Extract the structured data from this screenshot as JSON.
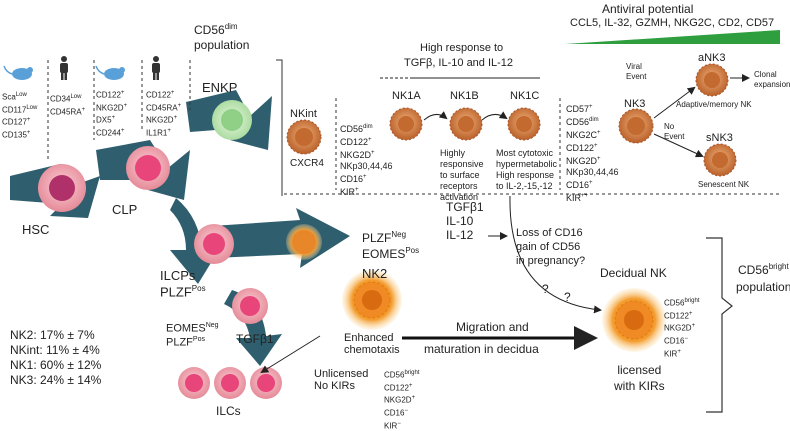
{
  "antiviral": {
    "title": "Antiviral potential",
    "markers": "CCL5, IL-32, GZMH, NKG2C, CD2, CD57",
    "color": "#2e9e3e"
  },
  "cd56dim_population": {
    "line1": "CD56",
    "sup": "dim",
    "line2": "population"
  },
  "high_response": {
    "line1": "High response to",
    "line2": "TGFβ, IL-10 and  IL-12"
  },
  "mouse_col1": [
    "Sca",
    "CD117",
    "CD127",
    "CD135"
  ],
  "mouse_col1_sup": [
    "Low",
    "Low",
    "+",
    "+"
  ],
  "human_col1": [
    "CD34",
    "CD45RA"
  ],
  "human_col1_sup": [
    "Low",
    "+"
  ],
  "mouse_col2": [
    "CD122",
    "NKG2D",
    "DX5",
    "CD244"
  ],
  "mouse_col2_sup": [
    "+",
    "+",
    "+",
    "+"
  ],
  "human_col2": [
    "CD122",
    "CD45RA",
    "NKG2D",
    "IL1R1"
  ],
  "human_col2_sup": [
    "+",
    "+",
    "+",
    "+"
  ],
  "labels": {
    "hsc": "HSC",
    "clp": "CLP",
    "enkp": "ENKP",
    "ilcps": "ILCPs",
    "plzf": "PLZF",
    "plzf_sup": "Pos",
    "nkint": "NKint",
    "cxcr4": "CXCR4",
    "nk1a": "NK1A",
    "nk1b": "NK1B",
    "nk1c": "NK1C",
    "nk3": "NK3",
    "ank3": "aNK3",
    "snk3": "sNK3",
    "viral_event": "Viral\nEvent",
    "no_event": "No\nEvent",
    "clonal": "Clonal\nexpansion",
    "adaptive": "Adaptive/memory NK",
    "senescent": "Senescent NK",
    "nk2": "NK2",
    "ilcs": "ILCs",
    "decidual": "Decidual NK",
    "tgfb": "TGFβ1"
  },
  "nkint_markers": [
    "CD56",
    "CD122",
    "NKG2D",
    "NKp30,44,46",
    "CD16",
    "KIR"
  ],
  "nkint_markers_sup": [
    "dim",
    "+",
    "+",
    "",
    "+",
    "+"
  ],
  "nk1b_desc": [
    "Highly",
    "responsive",
    "to surface",
    "receptors",
    "activation"
  ],
  "nk1c_desc": [
    "Most cytotoxic",
    "hypermetabolic",
    "High response",
    "to IL-2,-15,-12"
  ],
  "nk3_markers": [
    "CD57",
    "CD56",
    "NKG2C",
    "CD122",
    "NKG2D",
    "NKp30,44,46",
    "CD16",
    "KIR"
  ],
  "nk3_markers_sup": [
    "+",
    "dim",
    "+",
    "+",
    "+",
    "",
    "+",
    "++"
  ],
  "plzf_neg": {
    "l1": "PLZF",
    "s1": "Neg",
    "l2": "EOMES",
    "s2": "Pos"
  },
  "eomes_neg": {
    "l1": "EOMES",
    "s1": "Neg",
    "l2": "PLZF",
    "s2": "Pos"
  },
  "cytokines": [
    "TGFβ1",
    "IL-10",
    "IL-12"
  ],
  "pregnancy": [
    "Loss of CD16",
    "gain of CD56",
    "in pregnancy?"
  ],
  "question": "?",
  "nk2_desc": [
    "Enhanced",
    "chemotaxis"
  ],
  "unlicensed": [
    "Unlicensed",
    "No KIRs"
  ],
  "nk2_markers": [
    "CD56",
    "CD122",
    "NKG2D",
    "CD16",
    "KIR"
  ],
  "nk2_markers_sup": [
    "bright",
    "+",
    "+",
    "−",
    "−"
  ],
  "migration": [
    "Migration and",
    "maturation in decidua"
  ],
  "decidual_markers": [
    "CD56",
    "CD122",
    "NKG2D",
    "CD16",
    "KIR"
  ],
  "decidual_markers_sup": [
    "bright",
    "+",
    "+",
    "−",
    "+"
  ],
  "licensed": [
    "licensed",
    "with KIRs"
  ],
  "cd56bright_population": {
    "l1": "CD56",
    "sup": "bright",
    "l2": "population"
  },
  "stats": [
    "NK2: 17% ± 7%",
    "NKint: 11% ± 4%",
    "NK1: 60% ± 12%",
    "NK3: 24% ± 14%"
  ],
  "colors": {
    "arrow": "#2f5f6e",
    "cell_core": "#e8457a",
    "nk": "#d97a3a",
    "green_cell": "#8fcf86"
  }
}
